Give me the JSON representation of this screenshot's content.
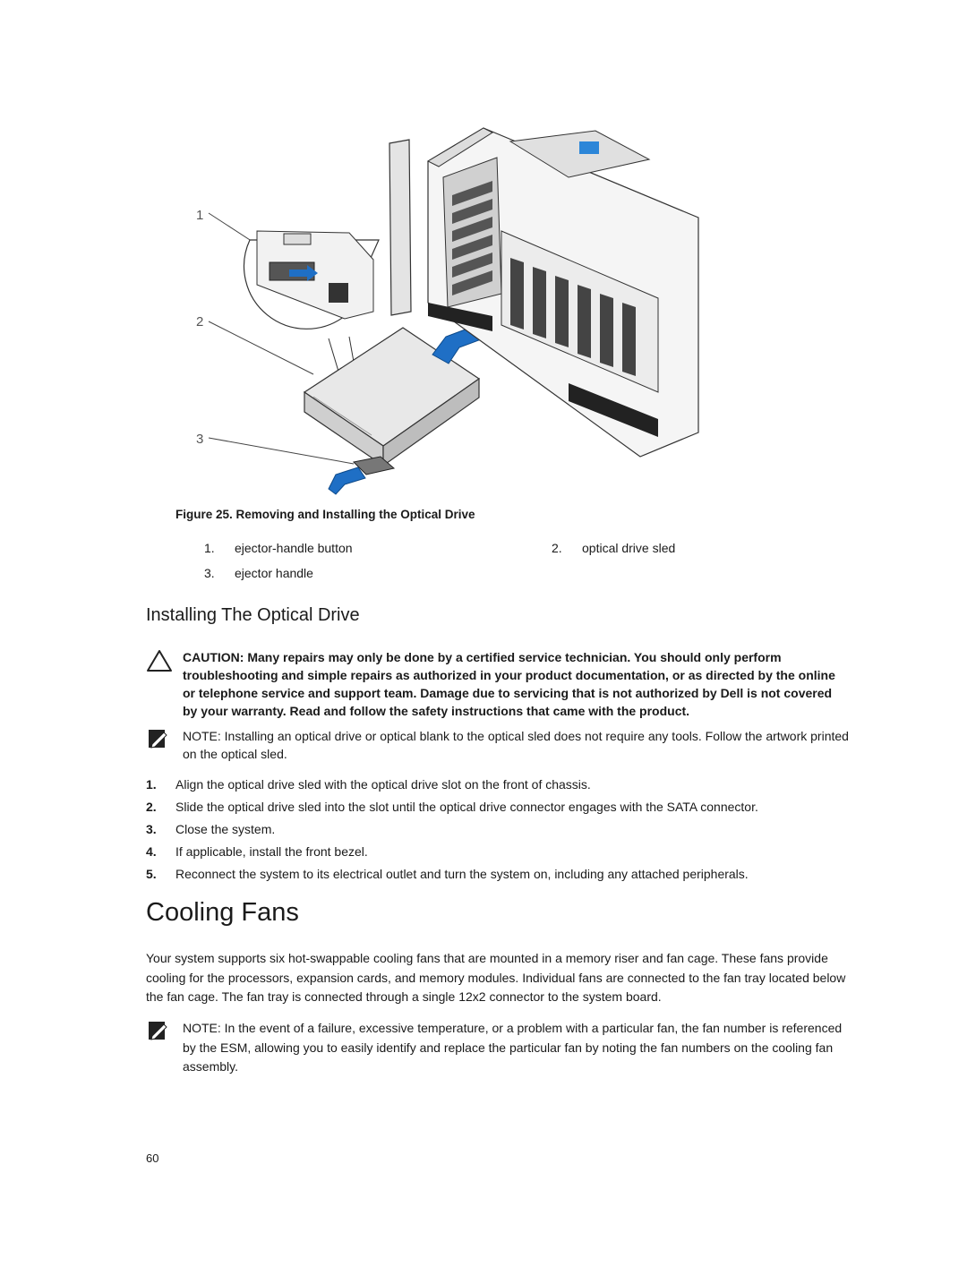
{
  "figure": {
    "callouts": [
      "1",
      "2",
      "3"
    ],
    "caption": "Figure 25. Removing and Installing the Optical Drive",
    "legend": [
      {
        "num": "1.",
        "label": "ejector-handle button"
      },
      {
        "num": "2.",
        "label": "optical drive sled"
      },
      {
        "num": "3.",
        "label": "ejector handle"
      }
    ]
  },
  "section": {
    "heading": "Installing The Optical Drive",
    "caution": "CAUTION: Many repairs may only be done by a certified service technician. You should only perform troubleshooting and simple repairs as authorized in your product documentation, or as directed by the online or telephone service and support team. Damage due to servicing that is not authorized by Dell is not covered by your warranty. Read and follow the safety instructions that came with the product.",
    "note_label": "NOTE:",
    "note_text": " Installing an optical drive or optical blank to the optical sled does not require any tools. Follow the artwork printed on the optical sled.",
    "steps": [
      {
        "num": "1.",
        "text": "Align the optical drive sled with the optical drive slot on the front of chassis."
      },
      {
        "num": "2.",
        "text": "Slide the optical drive sled into the slot until the optical drive connector engages with the SATA connector."
      },
      {
        "num": "3.",
        "text": "Close the system."
      },
      {
        "num": "4.",
        "text": "If applicable, install the front bezel."
      },
      {
        "num": "5.",
        "text": "Reconnect the system to its electrical outlet and turn the system on, including any attached peripherals."
      }
    ]
  },
  "chapter": {
    "title": "Cooling Fans",
    "paragraph": "Your system supports six hot-swappable cooling fans that are mounted in a memory riser and fan cage. These fans provide cooling for the processors, expansion cards, and memory modules. Individual fans are connected to the fan tray located below the fan cage. The fan tray is connected through a single 12x2 connector to the system board.",
    "note_label": "NOTE:",
    "note_text": " In the event of a failure, excessive temperature, or a problem with a particular fan, the fan number is referenced by the ESM, allowing you to easily identify and replace the particular fan by noting the fan numbers on the cooling fan assembly."
  },
  "page_number": "60",
  "colors": {
    "arrow_blue": "#1f6fc5",
    "text": "#1a1a1a",
    "line": "#333333"
  },
  "icons": [
    "caution-triangle-icon",
    "note-pencil-icon"
  ]
}
